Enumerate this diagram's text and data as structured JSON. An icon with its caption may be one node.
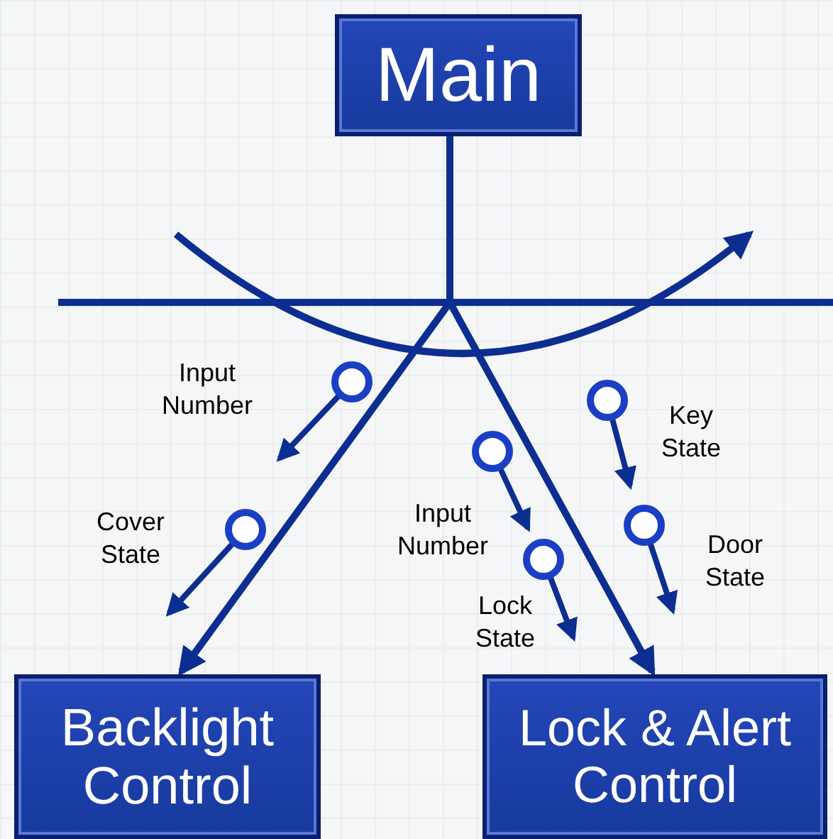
{
  "diagram": {
    "nodes": [
      {
        "text": [
          "Main"
        ]
      },
      {
        "text": [
          "Backlight Control"
        ]
      },
      {
        "text": [
          "Lock & Alert Control"
        ]
      }
    ],
    "edges": [
      {
        "from": 0,
        "to": 1,
        "arrow": "to"
      },
      {
        "from": 0,
        "to": 2,
        "arrow": "to"
      }
    ],
    "labels": [
      "Input Number",
      "Key State",
      "Input Number",
      "Cover State",
      "Door State",
      "Lock State"
    ]
  }
}
